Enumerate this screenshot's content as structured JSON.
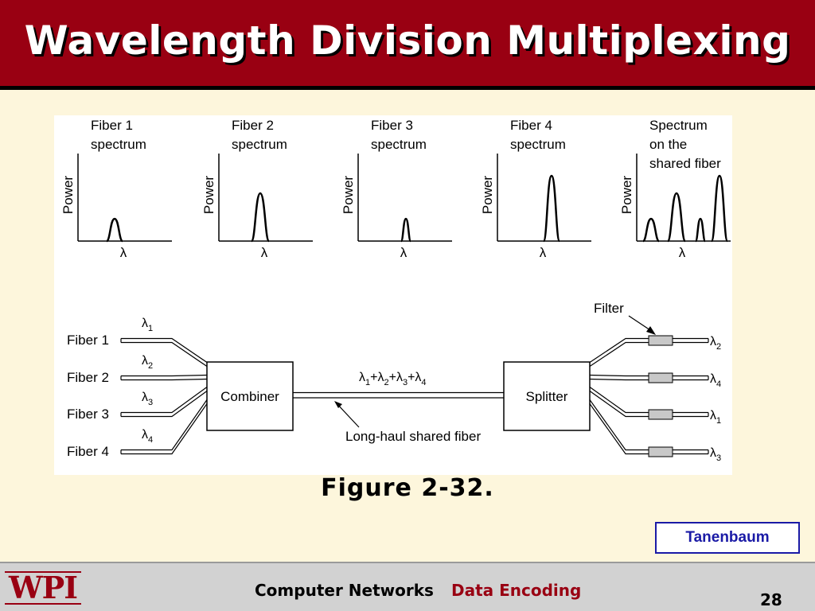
{
  "slide": {
    "title": "Wavelength Division Multiplexing",
    "caption": "Figure 2-32.",
    "credit": "Tanenbaum",
    "footer": {
      "course": "Computer Networks",
      "topic": "Data Encoding",
      "page": "28",
      "logo": "WPI"
    }
  },
  "spectra": {
    "y_label": "Power",
    "x_label": "λ",
    "panels": [
      {
        "title_lines": [
          "Fiber 1",
          "spectrum"
        ]
      },
      {
        "title_lines": [
          "Fiber 2",
          "spectrum"
        ]
      },
      {
        "title_lines": [
          "Fiber 3",
          "spectrum"
        ]
      },
      {
        "title_lines": [
          "Fiber 4",
          "spectrum"
        ]
      },
      {
        "title_lines": [
          "Spectrum",
          "on the",
          "shared fiber"
        ]
      }
    ]
  },
  "network": {
    "inputs": [
      {
        "label": "Fiber 1",
        "lambda": "1"
      },
      {
        "label": "Fiber 2",
        "lambda": "2"
      },
      {
        "label": "Fiber 3",
        "lambda": "3"
      },
      {
        "label": "Fiber 4",
        "lambda": "4"
      }
    ],
    "combiner_label": "Combiner",
    "splitter_label": "Splitter",
    "shared_signal": [
      "1",
      "2",
      "3",
      "4"
    ],
    "shared_fiber_label": "Long-haul shared fiber",
    "filter_label": "Filter",
    "outputs": [
      "2",
      "4",
      "1",
      "3"
    ]
  }
}
